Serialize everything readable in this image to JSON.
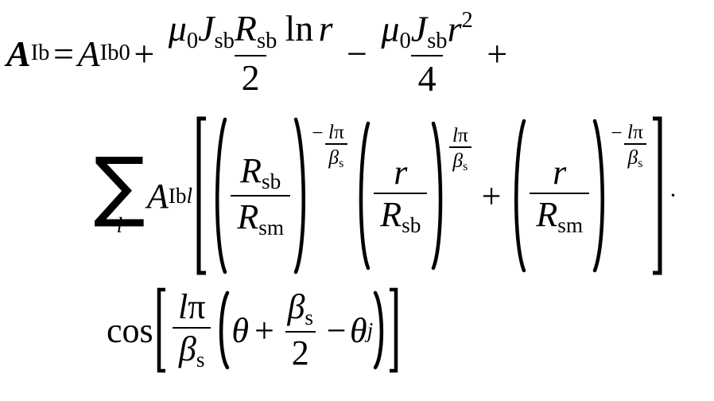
{
  "document": {
    "kind": "mathematical-equation",
    "background_color": "#ffffff",
    "text_color": "#000000"
  },
  "equation": {
    "lhs": {
      "base": "A",
      "subscript": "Ib"
    },
    "relation": "=",
    "line1": {
      "term_constant": {
        "base": "A",
        "subscript": "Ib0"
      },
      "op_after_constant": "+",
      "fraction_log": {
        "numerator": {
          "mu": "μ",
          "mu_sub": "0",
          "J": "J",
          "J_sub": "sb",
          "R": "R",
          "R_sub": "sb",
          "ln": "ln",
          "r": "r"
        },
        "denominator": "2"
      },
      "op_middle": "−",
      "fraction_quad": {
        "numerator": {
          "mu": "μ",
          "mu_sub": "0",
          "J": "J",
          "J_sub": "sb",
          "r": "r",
          "r_sup": "2"
        },
        "denominator": "4"
      },
      "op_end": "+"
    },
    "line2": {
      "sum_symbol": "∑",
      "sum_index": "l",
      "coefficient": {
        "base": "A",
        "subscript_upright": "Ib",
        "subscript_italic": "l"
      },
      "bracket_open": "[",
      "term1": {
        "fraction": {
          "numerator": {
            "base": "R",
            "subscript": "sb"
          },
          "denominator": {
            "base": "R",
            "subscript": "sm"
          }
        },
        "exponent": {
          "sign": "−",
          "numerator_l": "l",
          "numerator_pi": "π",
          "denominator_beta": "β",
          "denominator_beta_sub": "s"
        }
      },
      "term2": {
        "fraction": {
          "numerator": {
            "base": "r"
          },
          "denominator": {
            "base": "R",
            "subscript": "sb"
          }
        },
        "exponent": {
          "sign": "",
          "numerator_l": "l",
          "numerator_pi": "π",
          "denominator_beta": "β",
          "denominator_beta_sub": "s"
        }
      },
      "op_between": "+",
      "term3": {
        "fraction": {
          "numerator": {
            "base": "r"
          },
          "denominator": {
            "base": "R",
            "subscript": "sm"
          }
        },
        "exponent": {
          "sign": "−",
          "numerator_l": "l",
          "numerator_pi": "π",
          "denominator_beta": "β",
          "denominator_beta_sub": "s"
        }
      },
      "bracket_close": "]",
      "multiplication_dot": "·"
    },
    "line3": {
      "function_name": "cos",
      "bracket_open": "[",
      "fraction": {
        "numerator_l": "l",
        "numerator_pi": "π",
        "denominator_beta": "β",
        "denominator_beta_sub": "s"
      },
      "paren_open": "(",
      "theta": "θ",
      "op_plus": "+",
      "half_beta": {
        "numerator_beta": "β",
        "numerator_beta_sub": "s",
        "denominator": "2"
      },
      "op_minus": "−",
      "theta_j": {
        "base": "θ",
        "subscript": "j"
      },
      "paren_close": ")",
      "bracket_close": "]"
    }
  }
}
